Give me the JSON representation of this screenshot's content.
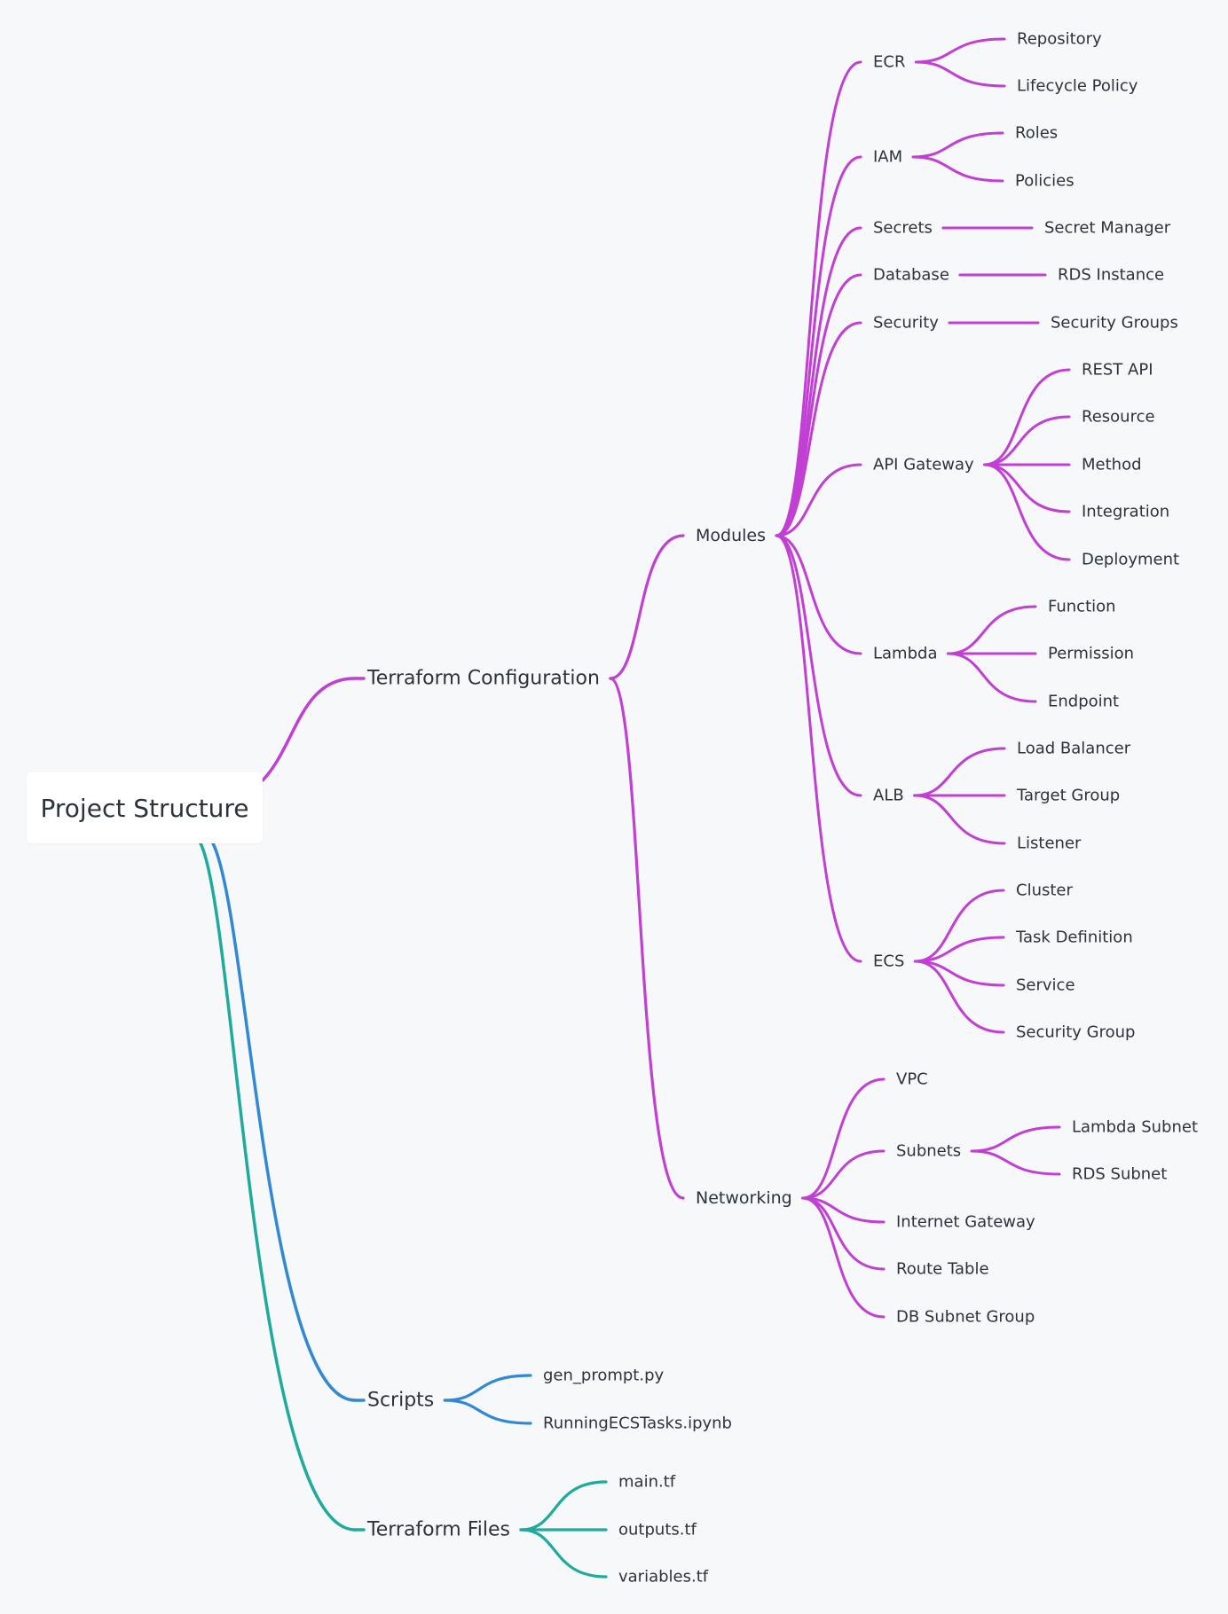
{
  "colors": {
    "terraform_configuration": "#c13fd3",
    "scripts": "#3189d6",
    "terraform_files": "#1fab9c",
    "background": "#f6f8fa",
    "text": "#2d333b"
  },
  "root": {
    "label": "Project Structure"
  },
  "branches": [
    {
      "label": "Terraform Configuration",
      "color": "#c13fd3",
      "children": [
        {
          "label": "Modules",
          "children": [
            {
              "label": "ECR",
              "children": [
                {
                  "label": "Repository"
                },
                {
                  "label": "Lifecycle Policy"
                }
              ]
            },
            {
              "label": "IAM",
              "children": [
                {
                  "label": "Roles"
                },
                {
                  "label": "Policies"
                }
              ]
            },
            {
              "label": "Secrets",
              "children": [
                {
                  "label": "Secret Manager"
                }
              ]
            },
            {
              "label": "Database",
              "children": [
                {
                  "label": "RDS Instance"
                }
              ]
            },
            {
              "label": "Security",
              "children": [
                {
                  "label": "Security Groups"
                }
              ]
            },
            {
              "label": "API Gateway",
              "children": [
                {
                  "label": "REST API"
                },
                {
                  "label": "Resource"
                },
                {
                  "label": "Method"
                },
                {
                  "label": "Integration"
                },
                {
                  "label": "Deployment"
                }
              ]
            },
            {
              "label": "Lambda",
              "children": [
                {
                  "label": "Function"
                },
                {
                  "label": "Permission"
                },
                {
                  "label": "Endpoint"
                }
              ]
            },
            {
              "label": "ALB",
              "children": [
                {
                  "label": "Load Balancer"
                },
                {
                  "label": "Target Group"
                },
                {
                  "label": "Listener"
                }
              ]
            },
            {
              "label": "ECS",
              "children": [
                {
                  "label": "Cluster"
                },
                {
                  "label": "Task Definition"
                },
                {
                  "label": "Service"
                },
                {
                  "label": "Security Group"
                }
              ]
            }
          ]
        },
        {
          "label": "Networking",
          "children": [
            {
              "label": "VPC"
            },
            {
              "label": "Subnets",
              "children": [
                {
                  "label": "Lambda Subnet"
                },
                {
                  "label": "RDS Subnet"
                }
              ]
            },
            {
              "label": "Internet Gateway"
            },
            {
              "label": "Route Table"
            },
            {
              "label": "DB Subnet Group"
            }
          ]
        }
      ]
    },
    {
      "label": "Scripts",
      "color": "#3189d6",
      "children": [
        {
          "label": "gen_prompt.py"
        },
        {
          "label": "RunningECSTasks.ipynb"
        }
      ]
    },
    {
      "label": "Terraform Files",
      "color": "#1fab9c",
      "children": [
        {
          "label": "main.tf"
        },
        {
          "label": "outputs.tf"
        },
        {
          "label": "variables.tf"
        }
      ]
    }
  ]
}
